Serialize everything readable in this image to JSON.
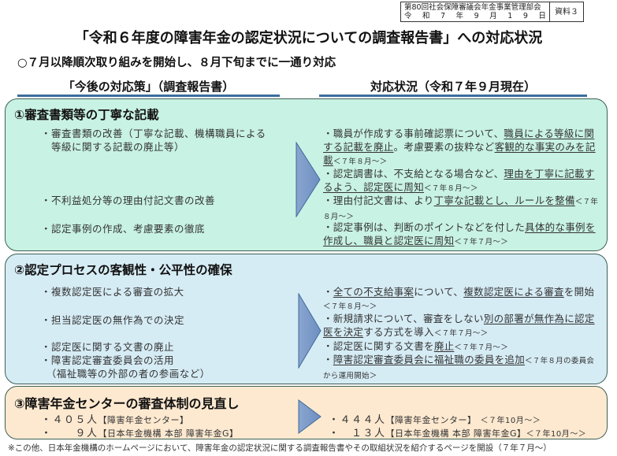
{
  "meta": {
    "meeting": "第80回社会保障審議会年金事業管理部会",
    "date_parts": [
      "令",
      "和",
      "7",
      "年",
      "9",
      "月",
      "1",
      "9",
      "日"
    ],
    "doc_label": "資料３"
  },
  "title": "「令和６年度の障害年金の認定状況についての調査報告書」への対応状況",
  "subtitle": "○７月以降順次取り組みを開始し、８月下旬までに一通り対応",
  "columns": {
    "left": "「今後の対応策」（調査報告書）",
    "right": "対応状況（令和７年９月現在）"
  },
  "colors": {
    "section1_bg": "#c8f2e3",
    "section2_bg": "#d6ecf5",
    "section3_bg": "#fde9d0",
    "border": "#3e5f52",
    "underline": "#3b6e9e",
    "arrow": "#7a98c8"
  },
  "sections": [
    {
      "title": "①審査書類等の丁寧な記載",
      "left_items": [
        {
          "line1": "・審査書類の改善（丁寧な記載、機構職員による",
          "line2": "　等級に関する記載の廃止等）"
        },
        {
          "line1": "・不利益処分等の理由付記文書の改善"
        },
        {
          "line1": "・認定事例の作成、考慮要素の徹底"
        }
      ],
      "right_items": [
        {
          "segments": [
            {
              "t": "・職員が作成する事前確認票について、",
              "u": false
            },
            {
              "t": "職員による等級に関する記載を廃止",
              "u": true
            },
            {
              "t": "。考慮要素の抜粋など",
              "u": false
            },
            {
              "t": "客観的な事実のみを記載",
              "u": true
            }
          ],
          "period": "＜７年８月～＞"
        },
        {
          "segments": [
            {
              "t": "・認定調書は、不支給となる場合など、",
              "u": false
            },
            {
              "t": "理由を丁寧に記載するよう、認定医に周知",
              "u": true
            }
          ],
          "period": "＜７年８月～＞"
        },
        {
          "segments": [
            {
              "t": "・理由付記文書は、より",
              "u": false
            },
            {
              "t": "丁寧な記載とし、ルールを整備",
              "u": true
            }
          ],
          "period": "＜７年８月～＞"
        },
        {
          "segments": [
            {
              "t": "・認定事例は、判断のポイントなどを付した",
              "u": false
            },
            {
              "t": "具体的な事例を作成し、職員と認定医に周知",
              "u": true
            }
          ],
          "period": "＜７年７月～＞"
        }
      ]
    },
    {
      "title": "②認定プロセスの客観性・公平性の確保",
      "left_items": [
        {
          "line1": "・複数認定医による審査の拡大"
        },
        {
          "line1": "・担当認定医の無作為での決定"
        },
        {
          "line1": "・認定医に関する文書の廃止"
        },
        {
          "line1": "・障害認定審査委員会の活用",
          "line2": "　（福祉職等の外部の者の参画など）"
        }
      ],
      "right_items": [
        {
          "segments": [
            {
              "t": "・",
              "u": false
            },
            {
              "t": "全ての不支給事案",
              "u": true
            },
            {
              "t": "について、",
              "u": false
            },
            {
              "t": "複数認定医による審査",
              "u": true
            },
            {
              "t": "を開始",
              "u": false
            }
          ],
          "period": "＜７年８月～＞"
        },
        {
          "segments": [
            {
              "t": "・新規請求について、審査をしない",
              "u": false
            },
            {
              "t": "別の部署が無作為に認定医を決定",
              "u": true
            },
            {
              "t": "する方式を導入",
              "u": false
            }
          ],
          "period": "＜７年７月～＞"
        },
        {
          "segments": [
            {
              "t": "・認定医に関する文書を",
              "u": false
            },
            {
              "t": "廃止",
              "u": true
            }
          ],
          "period": "＜７年７月～＞"
        },
        {
          "segments": [
            {
              "t": "・",
              "u": false
            },
            {
              "t": "障害認定審査委員会に福祉職の委員を追加",
              "u": true
            }
          ],
          "period": "＜７年８月の委員会から運用開始＞"
        }
      ]
    },
    {
      "title": "③障害年金センターの審査体制の見直し",
      "left_items": [
        {
          "count": "・４０５人",
          "org": "【障害年金センター】"
        },
        {
          "count": "・　　９人",
          "org": "【日本年金機構 本部 障害年金G】"
        }
      ],
      "right_items": [
        {
          "count": "・４４４人",
          "org": "【障害年金センター】",
          "period": "　＜７年10月～＞"
        },
        {
          "count": "・　１３人",
          "org": "【日本年金機構 本部 障害年金G】",
          "period": "＜７年10月～＞"
        }
      ]
    }
  ],
  "footer": "※この他、日本年金機構のホームページにおいて、障害年金の認定状況に関する調査報告書やその取組状況を紹介するページを開設（７年７月～）"
}
